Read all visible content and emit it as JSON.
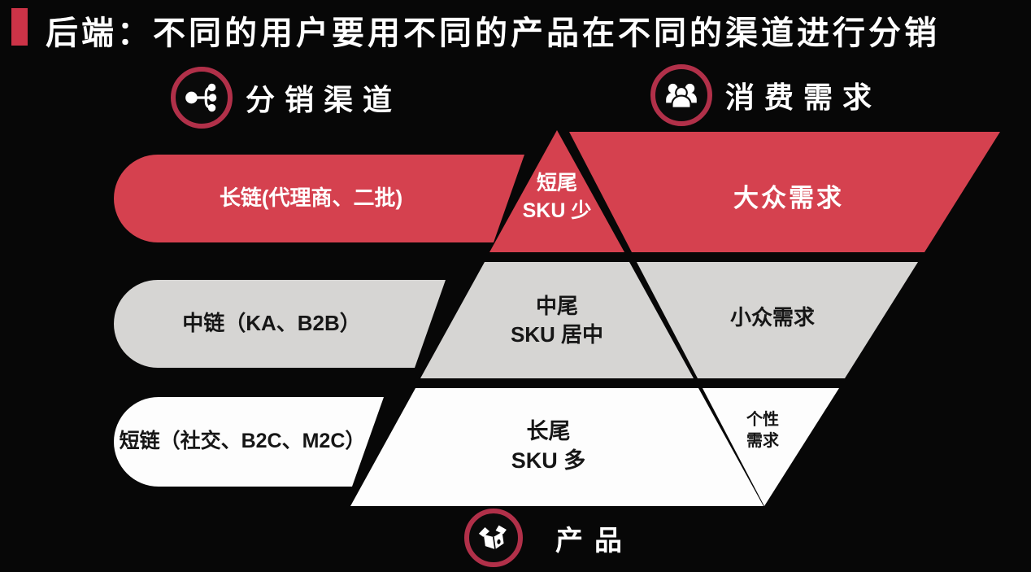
{
  "header": {
    "title": "后端：不同的用户要用不同的产品在不同的渠道进行分销"
  },
  "legends": {
    "channels": {
      "label": "分销渠道",
      "icon": "share-network-icon"
    },
    "demand": {
      "label": "消费需求",
      "icon": "people-group-icon"
    },
    "product": {
      "label": "产品",
      "icon": "open-box-icon"
    }
  },
  "funnel": {
    "rows": [
      {
        "channel": "长链(代理商、二批)",
        "sku": "短尾\nSKU 少",
        "demand": "大众需求",
        "tone": "red"
      },
      {
        "channel": "中链（KA、B2B）",
        "sku": "中尾\nSKU 居中",
        "demand": "小众需求",
        "tone": "gray"
      },
      {
        "channel": "短链（社交、B2C、M2C）",
        "sku": "长尾\nSKU 多",
        "demand": "个性\n需求",
        "tone": "white"
      }
    ]
  },
  "colors": {
    "background": "#070707",
    "band_red": "#d5414f",
    "band_gray": "#d6d5d3",
    "band_white": "#fdfdfd",
    "ring_red": "#b13049",
    "accent_bar": "#cc3347",
    "text_light": "#ffffff",
    "text_dark": "#161616"
  }
}
